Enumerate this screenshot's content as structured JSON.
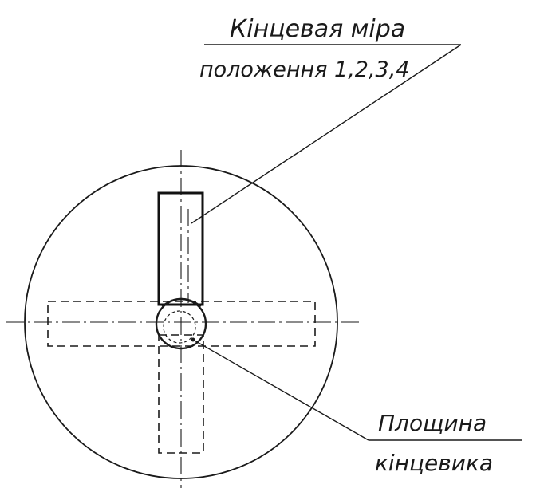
{
  "labels": {
    "gauge_title": "Кінцевая міра",
    "gauge_positions": "положення 1,2,3,4",
    "plane_line1": "Площина",
    "plane_line2": "кінцевика"
  },
  "colors": {
    "ink": "#1a1a1a",
    "paper": "#ffffff"
  }
}
